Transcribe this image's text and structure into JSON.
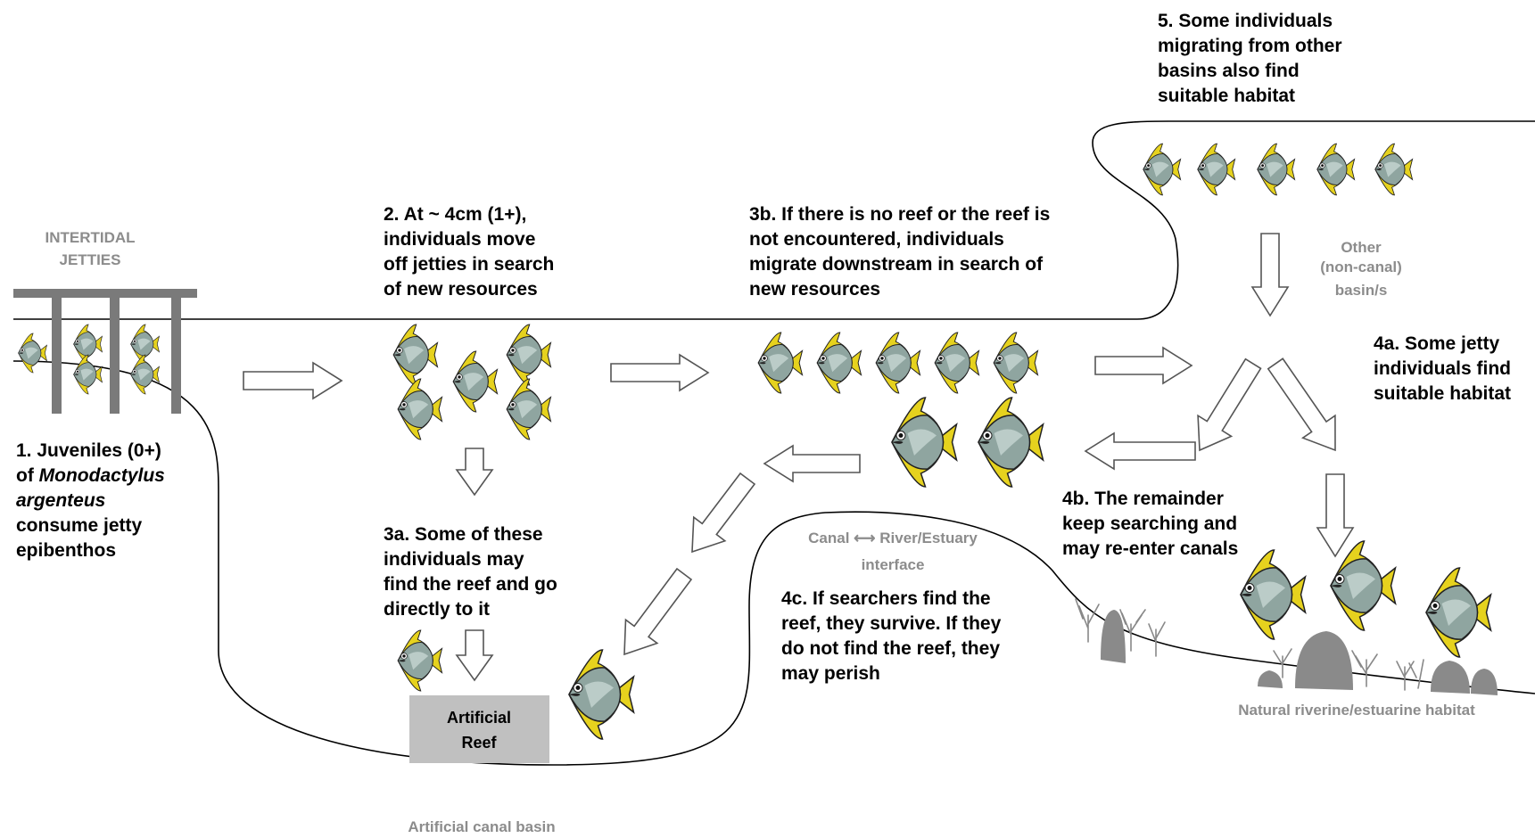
{
  "labels": {
    "intertidal_1": "INTERTIDAL",
    "intertidal_2": "JETTIES",
    "other_1": "Other",
    "other_2": "(non-canal)",
    "other_3": "basin/s",
    "canal_interface_1": "Canal ⟷ River/Estuary",
    "canal_interface_2": "interface",
    "natural_habitat": "Natural riverine/estuarine habitat",
    "artificial_basin": "Artificial canal basin",
    "reef_1": "Artificial",
    "reef_2": "Reef"
  },
  "steps": {
    "s1": [
      "1. Juveniles (0+)",
      "of",
      "Monodactylus",
      "argenteus",
      "consume jetty",
      "epibenthos"
    ],
    "s2": [
      "2. At ~ 4cm (1+),",
      "individuals move",
      "off jetties in search",
      "of new resources"
    ],
    "s3a": [
      "3a. Some of these",
      "individuals may",
      "find the reef and go",
      "directly to it"
    ],
    "s3b": [
      "3b. If there is no reef or the reef is",
      "not encountered, individuals",
      "migrate downstream in search of",
      "new resources"
    ],
    "s4a": [
      "4a. Some jetty",
      "individuals find",
      "suitable habitat"
    ],
    "s4b": [
      "4b. The remainder",
      "keep searching and",
      "may re-enter canals"
    ],
    "s4c": [
      "4c. If searchers find the",
      "reef, they survive. If they",
      "do not find the reef, they",
      "may perish"
    ],
    "s5": [
      "5. Some individuals",
      "migrating from other",
      "basins also find",
      "suitable habitat"
    ]
  },
  "icons": [
    "fish-icon",
    "arrow-icon",
    "jetty-icon",
    "coral-icon",
    "rock-icon"
  ],
  "colors": {
    "fish_body": "#8fa5a0",
    "fish_fin": "#e6d21e",
    "reef_box": "#c0c0c0",
    "gray_label": "#8c8c8c",
    "rock": "#8a8a8a"
  }
}
